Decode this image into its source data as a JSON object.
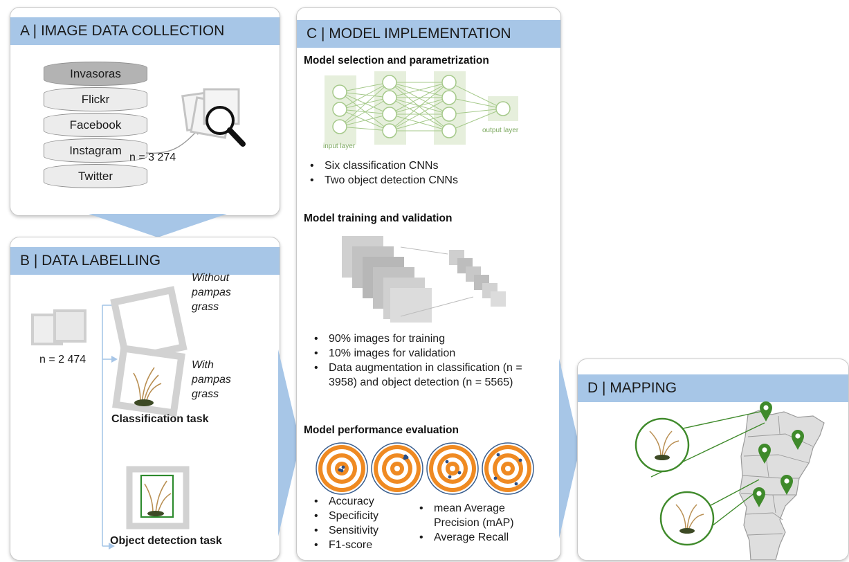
{
  "panels": {
    "a": {
      "title": "A | IMAGE DATA COLLECTION",
      "sources": [
        "Invasoras",
        "Flickr",
        "Facebook",
        "Instagram",
        "Twitter"
      ],
      "count_label": "n = 3 274"
    },
    "b": {
      "title": "B | DATA LABELLING",
      "count_label": "n = 2 474",
      "without_label": "Without pampas grass",
      "with_label": "With pampas grass",
      "classification_task": "Classification task",
      "object_detection_task": "Object detection task"
    },
    "c": {
      "title": "C | MODEL IMPLEMENTATION",
      "selection": {
        "title": "Model selection and parametrization",
        "input_layer": "input layer",
        "output_layer": "output layer",
        "bullets": [
          "Six classification CNNs",
          "Two object detection CNNs"
        ]
      },
      "training": {
        "title": "Model training and validation",
        "bullets": [
          "90% images for training",
          "10% images for validation",
          "Data augmentation in classification (n = 3958) and object detection (n = 5565)"
        ]
      },
      "evaluation": {
        "title": "Model performance evaluation",
        "metrics_left": [
          "Accuracy",
          "Specificity",
          "Sensitivity",
          "F1-score"
        ],
        "metrics_right": [
          "mean Average Precision (mAP)",
          "Average Recall"
        ]
      }
    },
    "d": {
      "title": "D | MAPPING"
    }
  },
  "colors": {
    "header_blue": "#a7c6e7",
    "arrow_blue": "#a7c6e7",
    "network_green": "#a5c98a",
    "target_orange": "#ef8a22",
    "map_green": "#3f8a2b",
    "map_fill": "#dedede"
  },
  "icons": [
    "magnifier-icon",
    "photo-stack-icon",
    "map-pin-icon",
    "pampas-grass-icon"
  ]
}
